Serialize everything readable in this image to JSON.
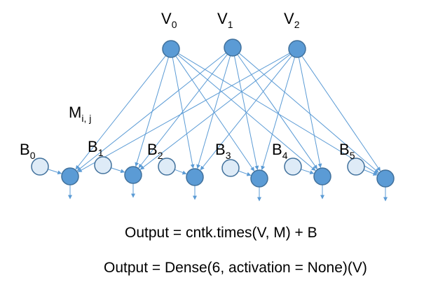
{
  "inputs": [
    {
      "base": "V",
      "sub": "0"
    },
    {
      "base": "V",
      "sub": "1"
    },
    {
      "base": "V",
      "sub": "2"
    }
  ],
  "weight_label": {
    "base": "M",
    "sub": "i, j"
  },
  "biases": [
    {
      "base": "B",
      "sub": "0"
    },
    {
      "base": "B",
      "sub": "1"
    },
    {
      "base": "B",
      "sub": "2"
    },
    {
      "base": "B",
      "sub": "3"
    },
    {
      "base": "B",
      "sub": "4"
    },
    {
      "base": "B",
      "sub": "5"
    }
  ],
  "formulas": {
    "times": "Output = cntk.times(V, M) + B",
    "dense": "Output = Dense(6, activation = None)(V)"
  },
  "colors": {
    "input_fill": "#5b9bd5",
    "output_fill": "#5b9bd5",
    "bias_fill": "#deebf7",
    "node_stroke": "#41719c",
    "edge": "#5b9bd5"
  }
}
